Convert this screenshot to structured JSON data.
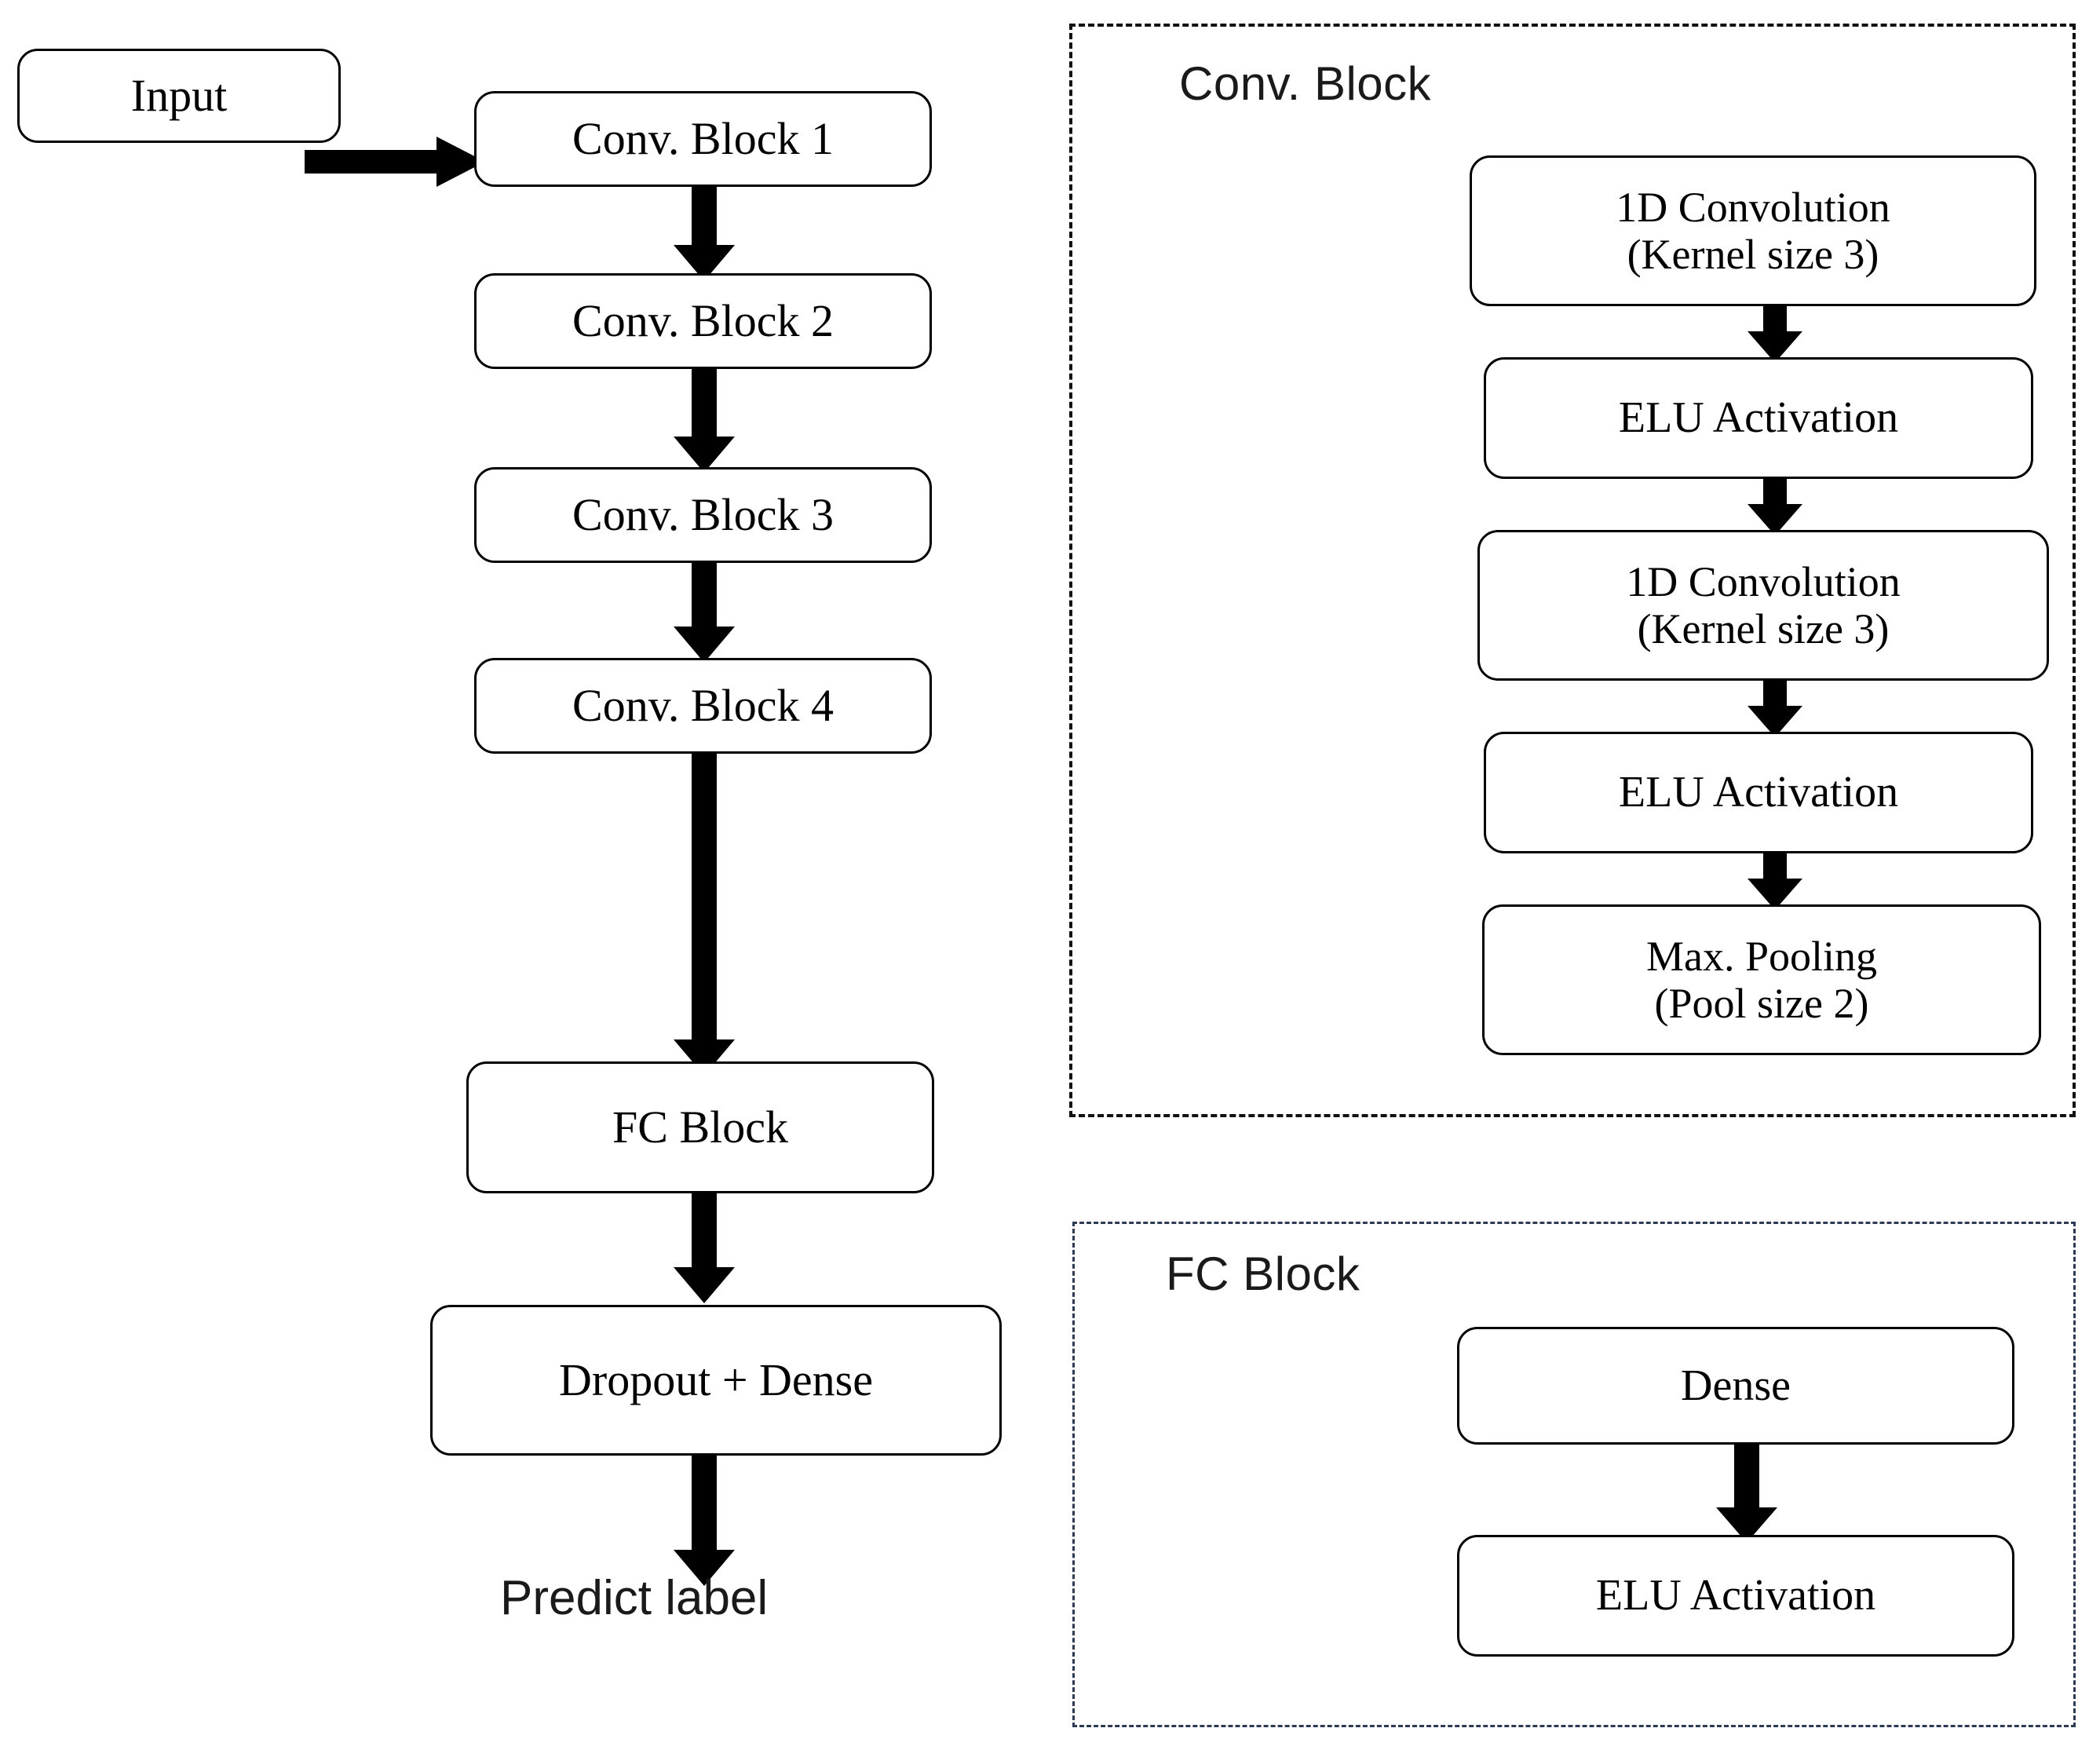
{
  "figure": {
    "type": "flowchart",
    "description": "1D CNN architecture block diagram",
    "colors": {
      "stroke": "#000000",
      "box_fill": "#ffffff",
      "conv_panel_border": "#111111",
      "fc_panel_border": "#2b3a55",
      "background": "#ffffff"
    }
  },
  "main_pipeline": {
    "input": {
      "label": "Input"
    },
    "nodes": [
      {
        "label": "Conv. Block 1"
      },
      {
        "label": "Conv. Block 2"
      },
      {
        "label": "Conv. Block 3"
      },
      {
        "label": "Conv. Block 4"
      },
      {
        "label": "FC Block"
      },
      {
        "label": "Dropout + Dense"
      }
    ],
    "output_caption": "Predict label"
  },
  "conv_block_panel": {
    "title": "Conv. Block",
    "nodes": [
      {
        "line1": "1D Convolution",
        "line2": "(Kernel size  3)"
      },
      {
        "line1": "ELU Activation",
        "line2": ""
      },
      {
        "line1": "1D Convolution",
        "line2": "(Kernel size  3)"
      },
      {
        "line1": "ELU Activation",
        "line2": ""
      },
      {
        "line1": "Max. Pooling",
        "line2": "(Pool size 2)"
      }
    ]
  },
  "fc_block_panel": {
    "title": "FC Block",
    "nodes": [
      {
        "label": "Dense"
      },
      {
        "label": "ELU Activation"
      }
    ]
  }
}
